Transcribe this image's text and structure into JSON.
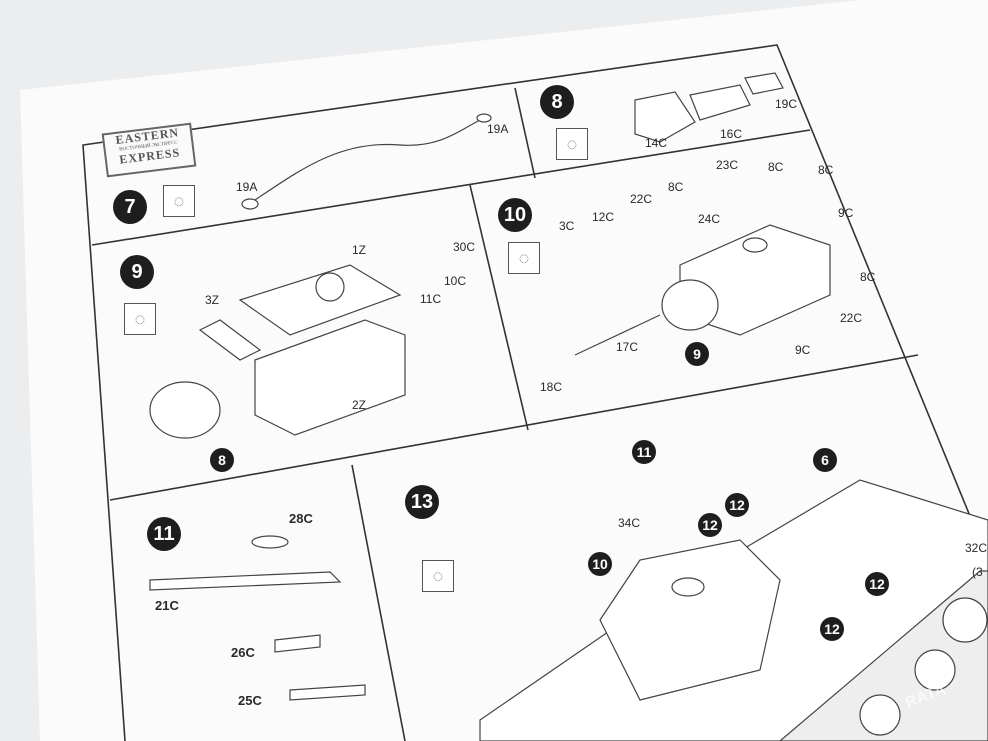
{
  "logo": {
    "line1": "EASTERN",
    "line2": "ВОСТОЧНЫЙ ЭКСПРЕСС",
    "line3": "EXPRESS"
  },
  "steps": {
    "s7": "7",
    "s8": "8",
    "s9": "9",
    "s10": "10",
    "s11": "11",
    "s13": "13"
  },
  "sub_refs": {
    "r9_8": "8",
    "r10_9": "9",
    "r13_11": "11",
    "r13_6": "6",
    "r13_10": "10",
    "r13_12a": "12",
    "r13_12b": "12",
    "r13_12c": "12",
    "r13_12d": "12"
  },
  "parts": {
    "p19A_top": "19A",
    "p19A_bot": "19A",
    "p19C": "19C",
    "p16C": "16C",
    "p14C": "14C",
    "p1Z": "1Z",
    "p3Z": "3Z",
    "p2Z": "2Z",
    "p30C": "30C",
    "p10C": "10C",
    "p11C": "11C",
    "p23C": "23C",
    "p8C_a": "8C",
    "p8C_b": "8C",
    "p8C_c": "8C",
    "p8C_d": "8C",
    "p24C": "24C",
    "p22C_a": "22C",
    "p22C_b": "22C",
    "p12C": "12C",
    "p3C": "3C",
    "p9C_a": "9C",
    "p9C_b": "9C",
    "p17C": "17C",
    "p18C": "18C",
    "p28C": "28C",
    "p21C": "21C",
    "p26C": "26C",
    "p25C": "25C",
    "p34C": "34C",
    "p32C": "32C",
    "p32C_paren": "(3"
  },
  "watermark": "RATA"
}
